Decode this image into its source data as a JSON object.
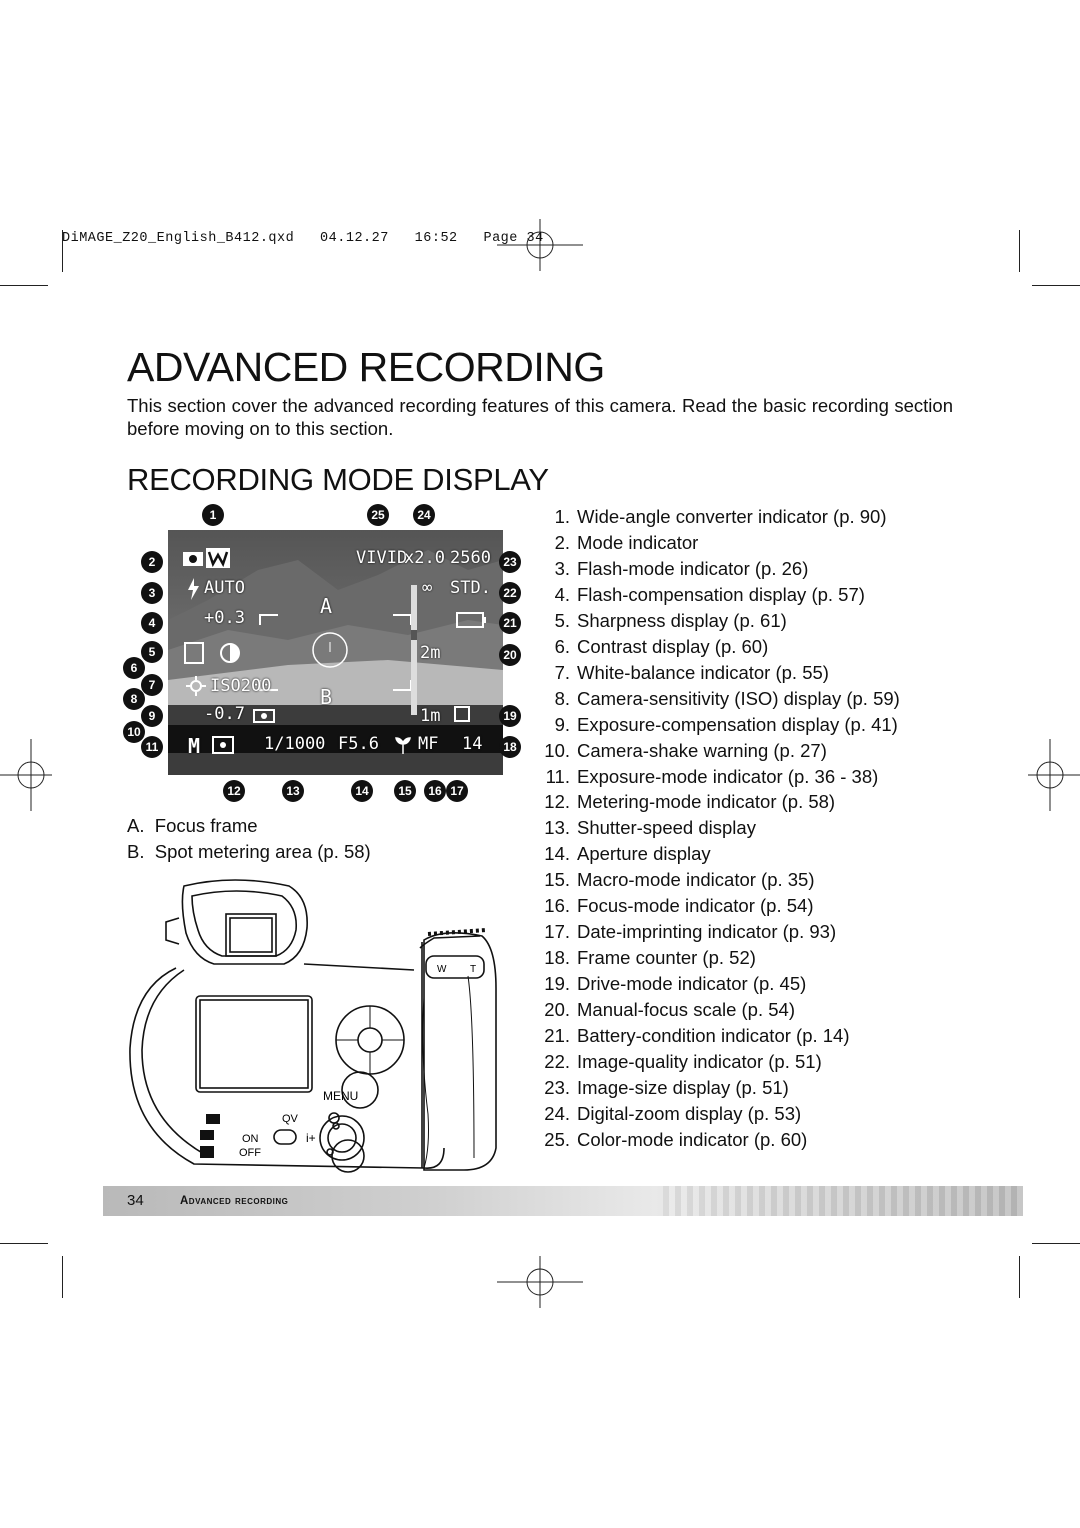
{
  "slug": "DiMAGE_Z20_English_B412.qxd   04.12.27   16:52   Page 34",
  "title": "ADVANCED RECORDING",
  "intro": "This section cover the advanced recording features of this camera. Read the basic recording section before moving on to this section.",
  "section_heading": "RECORDING MODE DISPLAY",
  "lcd": {
    "color_mode": "VIVID",
    "digital_zoom": "x2.0",
    "image_size": "2560",
    "infinity": "∞",
    "quality": "STD.",
    "flash": "AUTO",
    "flash_comp": "+0.3",
    "iso": "ISO200",
    "exposure_comp": "-0.7",
    "exposure_mode": "M",
    "shutter": "1/1000",
    "aperture": "F5.6",
    "focus_mode": "MF",
    "frame_count": "14",
    "scale_2m": "2m",
    "scale_1m": "1m",
    "label_a": "A",
    "label_b": "B"
  },
  "callouts": [
    "1",
    "2",
    "3",
    "4",
    "5",
    "6",
    "7",
    "8",
    "9",
    "10",
    "11",
    "12",
    "13",
    "14",
    "15",
    "16",
    "17",
    "18",
    "19",
    "20",
    "21",
    "22",
    "23",
    "24",
    "25"
  ],
  "legend": [
    {
      "key": "A.",
      "text": "Focus frame"
    },
    {
      "key": "B.",
      "text": "Spot metering area (p. 58)"
    }
  ],
  "items": [
    {
      "n": "1.",
      "text": "Wide-angle converter indicator (p. 90)"
    },
    {
      "n": "2.",
      "text": "Mode indicator"
    },
    {
      "n": "3.",
      "text": "Flash-mode indicator (p. 26)"
    },
    {
      "n": "4.",
      "text": "Flash-compensation display (p. 57)"
    },
    {
      "n": "5.",
      "text": "Sharpness display (p. 61)"
    },
    {
      "n": "6.",
      "text": "Contrast display (p. 60)"
    },
    {
      "n": "7.",
      "text": "White-balance indicator (p. 55)"
    },
    {
      "n": "8.",
      "text": "Camera-sensitivity (ISO) display (p. 59)"
    },
    {
      "n": "9.",
      "text": "Exposure-compensation display (p. 41)"
    },
    {
      "n": "10.",
      "text": "Camera-shake warning (p. 27)"
    },
    {
      "n": "11.",
      "text": "Exposure-mode indicator (p. 36 - 38)"
    },
    {
      "n": "12.",
      "text": "Metering-mode indicator (p. 58)"
    },
    {
      "n": "13.",
      "text": "Shutter-speed display"
    },
    {
      "n": "14.",
      "text": "Aperture display"
    },
    {
      "n": "15.",
      "text": "Macro-mode indicator (p. 35)"
    },
    {
      "n": "16.",
      "text": "Focus-mode indicator (p. 54)"
    },
    {
      "n": "17.",
      "text": "Date-imprinting indicator (p. 93)"
    },
    {
      "n": "18.",
      "text": "Frame counter (p. 52)"
    },
    {
      "n": "19.",
      "text": "Drive-mode indicator (p. 45)"
    },
    {
      "n": "20.",
      "text": "Manual-focus scale (p. 54)"
    },
    {
      "n": "21.",
      "text": "Battery-condition indicator (p. 14)"
    },
    {
      "n": "22.",
      "text": "Image-quality indicator (p. 51)"
    },
    {
      "n": "23.",
      "text": "Image-size display (p. 51)"
    },
    {
      "n": "24.",
      "text": "Digital-zoom display (p. 53)"
    },
    {
      "n": "25.",
      "text": "Color-mode indicator (p. 60)"
    }
  ],
  "camera": {
    "menu_label": "MENU",
    "qv_label": "QV",
    "on_label": "ON",
    "off_label": "OFF",
    "info_label": "i+",
    "w_label": "W",
    "t_label": "T"
  },
  "footer": {
    "page_number": "34",
    "section": "Advanced recording"
  }
}
